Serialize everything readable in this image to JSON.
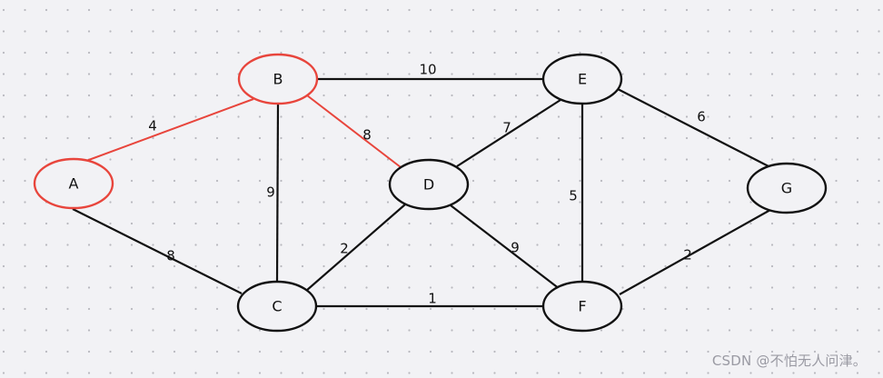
{
  "colors": {
    "background": "#f2f2f5",
    "grid_dot": "#b8b8be",
    "default_stroke": "#111111",
    "highlight": "#e8453c",
    "node_fill": "#f2f2f5",
    "watermark": "#9a9aa3"
  },
  "graph": {
    "nodes": [
      {
        "id": "A",
        "label": "A",
        "highlighted": true
      },
      {
        "id": "B",
        "label": "B",
        "highlighted": true
      },
      {
        "id": "C",
        "label": "C",
        "highlighted": false
      },
      {
        "id": "D",
        "label": "D",
        "highlighted": false
      },
      {
        "id": "E",
        "label": "E",
        "highlighted": false
      },
      {
        "id": "F",
        "label": "F",
        "highlighted": false
      },
      {
        "id": "G",
        "label": "G",
        "highlighted": false
      }
    ],
    "edges": [
      {
        "from": "A",
        "to": "B",
        "weight": "4",
        "highlighted": true
      },
      {
        "from": "A",
        "to": "C",
        "weight": "8",
        "highlighted": false
      },
      {
        "from": "B",
        "to": "C",
        "weight": "9",
        "highlighted": false
      },
      {
        "from": "B",
        "to": "D",
        "weight": "8",
        "highlighted": true
      },
      {
        "from": "B",
        "to": "E",
        "weight": "10",
        "highlighted": false
      },
      {
        "from": "C",
        "to": "D",
        "weight": "2",
        "highlighted": false
      },
      {
        "from": "C",
        "to": "F",
        "weight": "1",
        "highlighted": false
      },
      {
        "from": "D",
        "to": "E",
        "weight": "7",
        "highlighted": false
      },
      {
        "from": "D",
        "to": "F",
        "weight": "9",
        "highlighted": false
      },
      {
        "from": "E",
        "to": "F",
        "weight": "5",
        "highlighted": false
      },
      {
        "from": "E",
        "to": "G",
        "weight": "6",
        "highlighted": false
      },
      {
        "from": "F",
        "to": "G",
        "weight": "2",
        "highlighted": false
      }
    ]
  },
  "watermark": "CSDN @不怕无人问津。"
}
